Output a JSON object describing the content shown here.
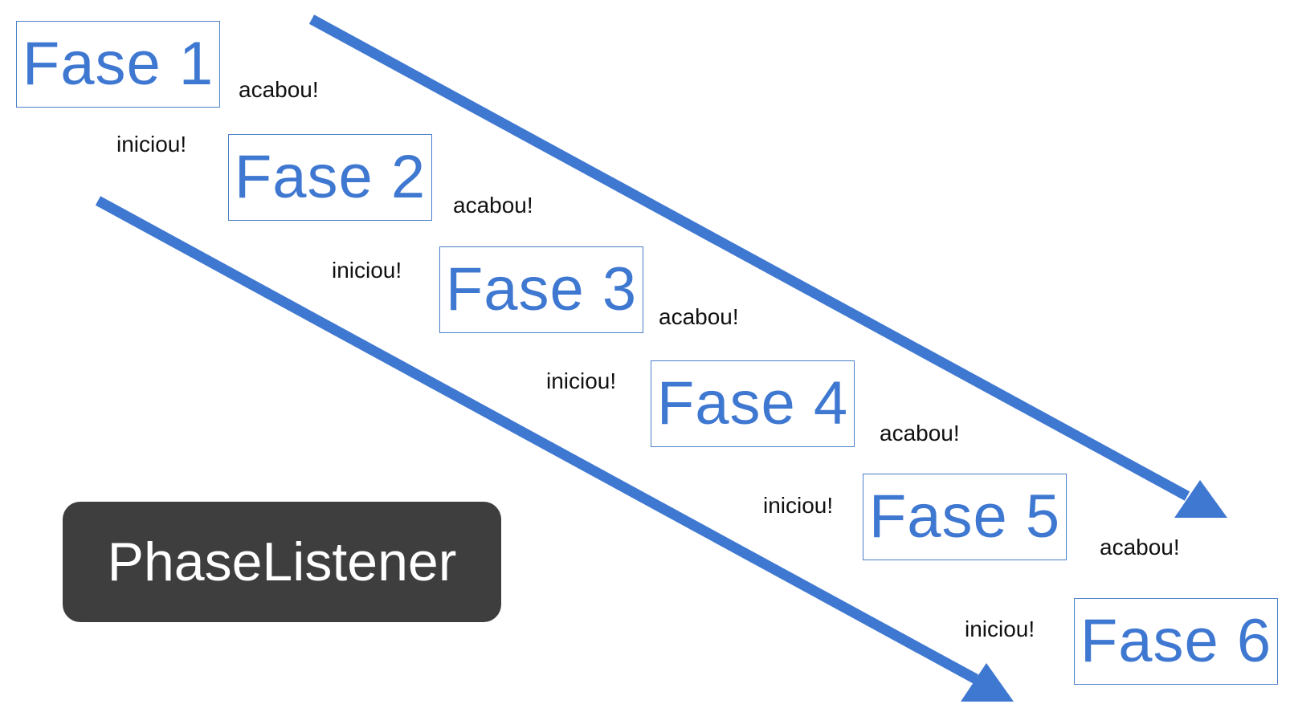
{
  "colors": {
    "accent": "#3f78d1",
    "box_border": "#4a7fc8",
    "badge_bg": "#3e3e3e",
    "badge_text": "#ffffff",
    "note_text": "#111111"
  },
  "phases": [
    {
      "label": "Fase 1",
      "started_note": "",
      "ended_note": "acabou!"
    },
    {
      "label": "Fase 2",
      "started_note": "iniciou!",
      "ended_note": "acabou!"
    },
    {
      "label": "Fase 3",
      "started_note": "iniciou!",
      "ended_note": "acabou!"
    },
    {
      "label": "Fase 4",
      "started_note": "iniciou!",
      "ended_note": "acabou!"
    },
    {
      "label": "Fase 5",
      "started_note": "iniciou!",
      "ended_note": "acabou!"
    },
    {
      "label": "Fase 6",
      "started_note": "iniciou!",
      "ended_note": ""
    }
  ],
  "listener": {
    "label": "PhaseListener"
  }
}
